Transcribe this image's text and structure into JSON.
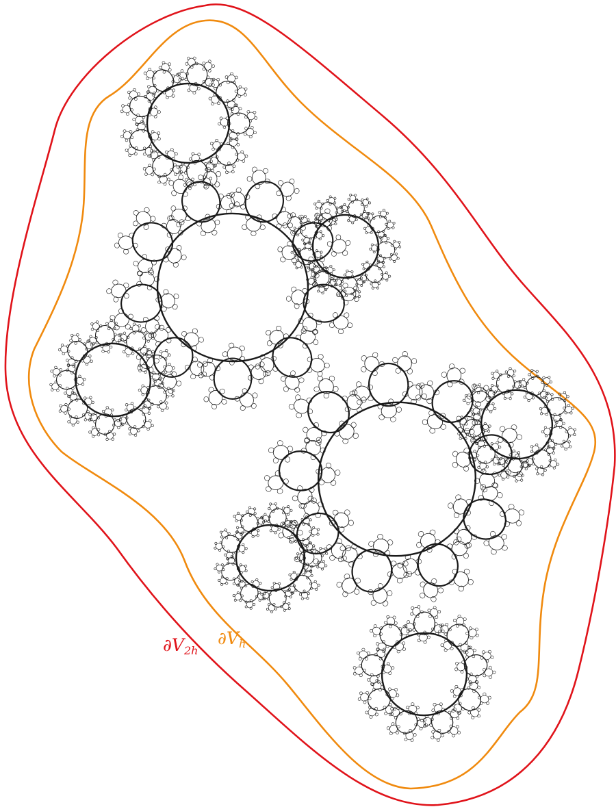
{
  "labels": {
    "outer_prefix": "∂V",
    "outer_sub": "2h",
    "inner_prefix": "∂V",
    "inner_sub": "h"
  },
  "colors": {
    "outer_curve": "#e0131a",
    "inner_curve": "#f08a0e",
    "fractal": "#1a1a1a",
    "background": "#ffffff"
  },
  "fractal": {
    "description_icon": "julia-set-fractal",
    "levels": 5
  }
}
